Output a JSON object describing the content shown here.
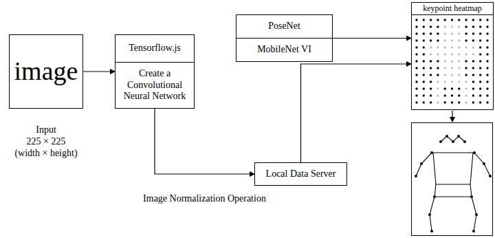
{
  "diagram": {
    "nodes": [
      {
        "text": [
          "image"
        ]
      },
      {
        "text": [
          "Tensorflow.js",
          "Create a Convolutional Neural Network"
        ]
      },
      {
        "text": [
          "PoseNet",
          "MobileNet VI"
        ]
      },
      {
        "text": [
          "keypoint heatmap"
        ]
      },
      {
        "text": [
          "Local Data Server"
        ]
      }
    ],
    "edges": [
      {
        "from": 0,
        "to": 1,
        "arrow": "to"
      },
      {
        "from": 1,
        "to": 4,
        "label": "Image Normalization Operation",
        "arrow": "to"
      },
      {
        "from": 4,
        "to": 3,
        "arrow": "to"
      },
      {
        "from": 2,
        "to": 3,
        "arrow": "to"
      }
    ],
    "labels": [
      "Input",
      "225 × 225",
      "(width × height)"
    ]
  }
}
